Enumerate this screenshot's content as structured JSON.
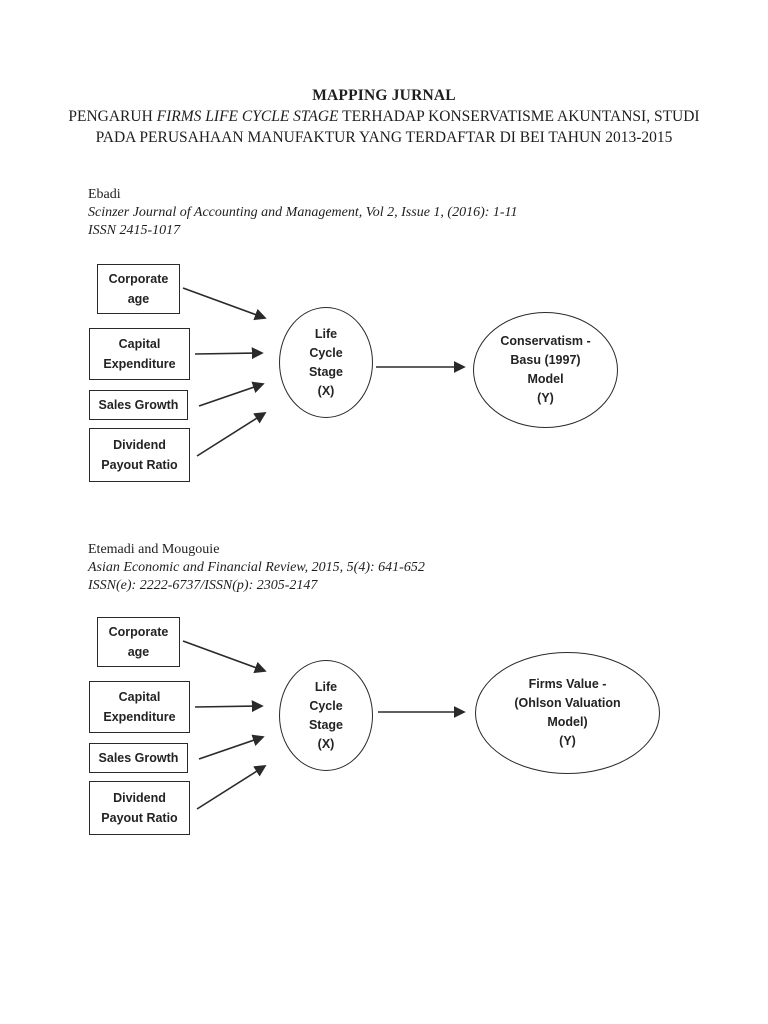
{
  "header": {
    "title": "MAPPING JURNAL",
    "subtitle_line1_pre": "PENGARUH ",
    "subtitle_line1_italic": "FIRMS LIFE CYCLE STAGE",
    "subtitle_line1_post": " TERHADAP KONSERVATISME AKUNTANSI, STUDI",
    "subtitle_line2": "PADA PERUSAHAAN MANUFAKTUR YANG TERDAFTAR DI BEI TAHUN 2013-2015"
  },
  "sections": [
    {
      "author": "Ebadi",
      "journal": "Scinzer Journal of Accounting and Management, Vol 2, Issue 1, (2016): 1-11",
      "issn": "ISSN 2415-1017",
      "diagram": {
        "boxes": [
          {
            "lines": [
              "Corporate",
              "age"
            ]
          },
          {
            "lines": [
              "Capital",
              "Expenditure"
            ]
          },
          {
            "lines": [
              "Sales Growth"
            ]
          },
          {
            "lines": [
              "Dividend",
              "Payout Ratio"
            ]
          }
        ],
        "x_node": {
          "lines": [
            "Life",
            "Cycle",
            "Stage",
            "(X)"
          ]
        },
        "y_node": {
          "lines": [
            "Conservatism -",
            "Basu (1997)",
            "Model",
            "(Y)"
          ]
        }
      }
    },
    {
      "author": "Etemadi and Mougouie",
      "journal": "Asian Economic and Financial Review, 2015, 5(4): 641-652",
      "issn": "ISSN(e): 2222-6737/ISSN(p): 2305-2147",
      "diagram": {
        "boxes": [
          {
            "lines": [
              "Corporate",
              "age"
            ]
          },
          {
            "lines": [
              "Capital",
              "Expenditure"
            ]
          },
          {
            "lines": [
              "Sales Growth"
            ]
          },
          {
            "lines": [
              "Dividend",
              "Payout Ratio"
            ]
          }
        ],
        "x_node": {
          "lines": [
            "Life",
            "Cycle",
            "Stage",
            "(X)"
          ]
        },
        "y_node": {
          "lines": [
            "Firms Value -",
            "(Ohlson Valuation",
            "Model)",
            "(Y)"
          ]
        }
      }
    }
  ],
  "colors": {
    "ink": "#1e1e1e",
    "diagram_ink": "#232323",
    "background": "#ffffff"
  }
}
